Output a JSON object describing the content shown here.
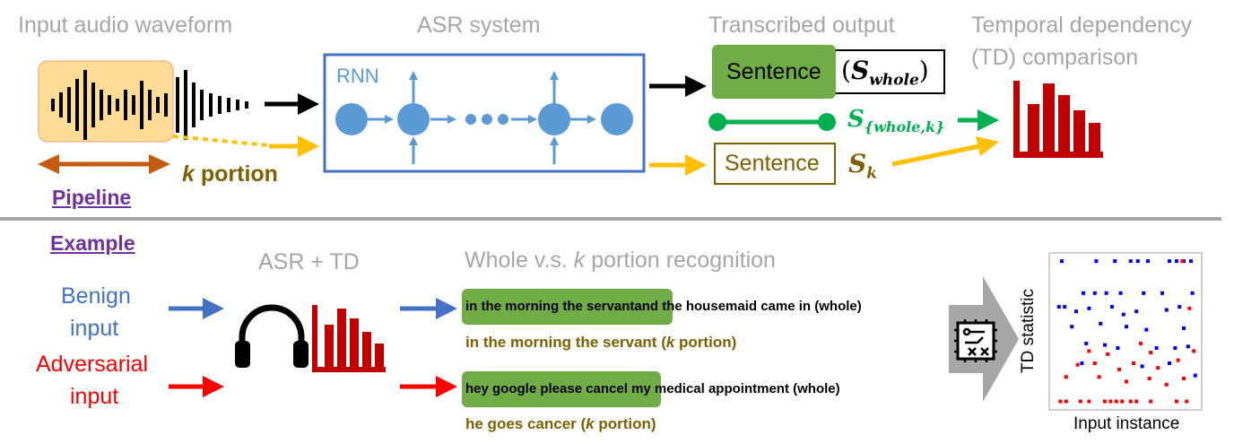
{
  "pipeline": {
    "input_title": "Input audio waveform",
    "asr_title": "ASR system",
    "rnn_label": "RNN",
    "dots": "•••",
    "transcribed_title": "Transcribed output",
    "td_title_line1": "Temporal dependency",
    "td_title_line2": "(TD) comparison",
    "sentence_whole": "Sentence",
    "s_whole_open": "(",
    "s_whole_sym": "S",
    "s_whole_sub": "whole",
    "s_whole_close": ")",
    "s_pair_sym": "S",
    "s_pair_sub": "{whole,k}",
    "sentence_k": "Sentence",
    "s_k_sym": "S",
    "s_k_sub": "k",
    "k_italic": "k",
    "k_portion_rest": " portion",
    "pipeline_link": "Pipeline"
  },
  "example": {
    "example_link": "Example",
    "asr_td_title": "ASR + TD",
    "recog_title_pre": "Whole v.s. ",
    "recog_title_k": "k",
    "recog_title_post": " portion recognition",
    "benign_line1": "Benign",
    "benign_line2": "input",
    "adv_line1": "Adversarial",
    "adv_line2": "input",
    "benign_hl": "in the morning the servant",
    "benign_rest": "and the housemaid came in (whole)",
    "benign_k_pre": "in the morning the servant (",
    "benign_k_k": "k",
    "benign_k_post": " portion)",
    "adv_hl": "hey google please cancel",
    "adv_rest": " my medical appointment (whole)",
    "adv_k_pre": "he goes cancer (",
    "adv_k_k": "k",
    "adv_k_post": " portion)",
    "td_ylabel": "TD statistic",
    "td_xlabel": "Input instance"
  },
  "colors": {
    "gray": "#a6a6a6",
    "blue": "#4472c4",
    "light_blue": "#5b9bd5",
    "red": "#ff0000",
    "dark_red": "#c00000",
    "green": "#00b050",
    "olive": "#7f6000",
    "yellow": "#ffc000",
    "orange": "#c55a11",
    "purple": "#7030a0"
  },
  "icons": [
    "waveform-icon",
    "rnn-diagram",
    "bar-chart-icon",
    "headphones-icon",
    "detector-icon"
  ],
  "scatter": {
    "blue_points": [
      [
        0.05,
        0.03
      ],
      [
        0.29,
        0.03
      ],
      [
        0.42,
        0.03
      ],
      [
        0.53,
        0.03
      ],
      [
        0.58,
        0.03
      ],
      [
        0.65,
        0.03
      ],
      [
        0.8,
        0.03
      ],
      [
        0.85,
        0.03
      ],
      [
        0.9,
        0.03
      ],
      [
        0.95,
        0.03
      ],
      [
        0.2,
        0.24
      ],
      [
        0.28,
        0.24
      ],
      [
        0.36,
        0.24
      ],
      [
        0.46,
        0.24
      ],
      [
        0.62,
        0.24
      ],
      [
        0.75,
        0.24
      ],
      [
        0.96,
        0.24
      ],
      [
        0.03,
        0.33
      ],
      [
        0.07,
        0.33
      ],
      [
        0.15,
        0.36
      ],
      [
        0.24,
        0.34
      ],
      [
        0.4,
        0.33
      ],
      [
        0.48,
        0.38
      ],
      [
        0.57,
        0.36
      ],
      [
        0.78,
        0.35
      ],
      [
        0.87,
        0.33
      ],
      [
        0.12,
        0.46
      ],
      [
        0.32,
        0.44
      ],
      [
        0.5,
        0.46
      ],
      [
        0.64,
        0.48
      ],
      [
        0.9,
        0.47
      ],
      [
        0.22,
        0.57
      ],
      [
        0.35,
        0.58
      ],
      [
        0.44,
        0.6
      ],
      [
        0.71,
        0.6
      ],
      [
        0.84,
        0.6
      ],
      [
        0.93,
        0.59
      ],
      [
        0.19,
        0.7
      ],
      [
        0.61,
        0.72
      ],
      [
        0.8,
        0.7
      ],
      [
        0.98,
        0.78
      ]
    ],
    "red_points": [
      [
        0.89,
        0.03
      ],
      [
        0.94,
        0.34
      ],
      [
        0.6,
        0.57
      ],
      [
        0.24,
        0.62
      ],
      [
        0.37,
        0.64
      ],
      [
        0.67,
        0.63
      ],
      [
        0.97,
        0.62
      ],
      [
        0.16,
        0.71
      ],
      [
        0.28,
        0.7
      ],
      [
        0.45,
        0.74
      ],
      [
        0.55,
        0.7
      ],
      [
        0.72,
        0.73
      ],
      [
        0.86,
        0.68
      ],
      [
        0.08,
        0.79
      ],
      [
        0.31,
        0.79
      ],
      [
        0.5,
        0.82
      ],
      [
        0.66,
        0.8
      ],
      [
        0.78,
        0.84
      ],
      [
        0.9,
        0.8
      ],
      [
        0.04,
        0.95
      ],
      [
        0.08,
        0.95
      ],
      [
        0.18,
        0.95
      ],
      [
        0.24,
        0.95
      ],
      [
        0.35,
        0.95
      ],
      [
        0.39,
        0.95
      ],
      [
        0.43,
        0.95
      ],
      [
        0.47,
        0.95
      ],
      [
        0.53,
        0.95
      ],
      [
        0.57,
        0.95
      ],
      [
        0.67,
        0.95
      ],
      [
        0.85,
        0.95
      ],
      [
        0.92,
        0.95
      ]
    ]
  }
}
